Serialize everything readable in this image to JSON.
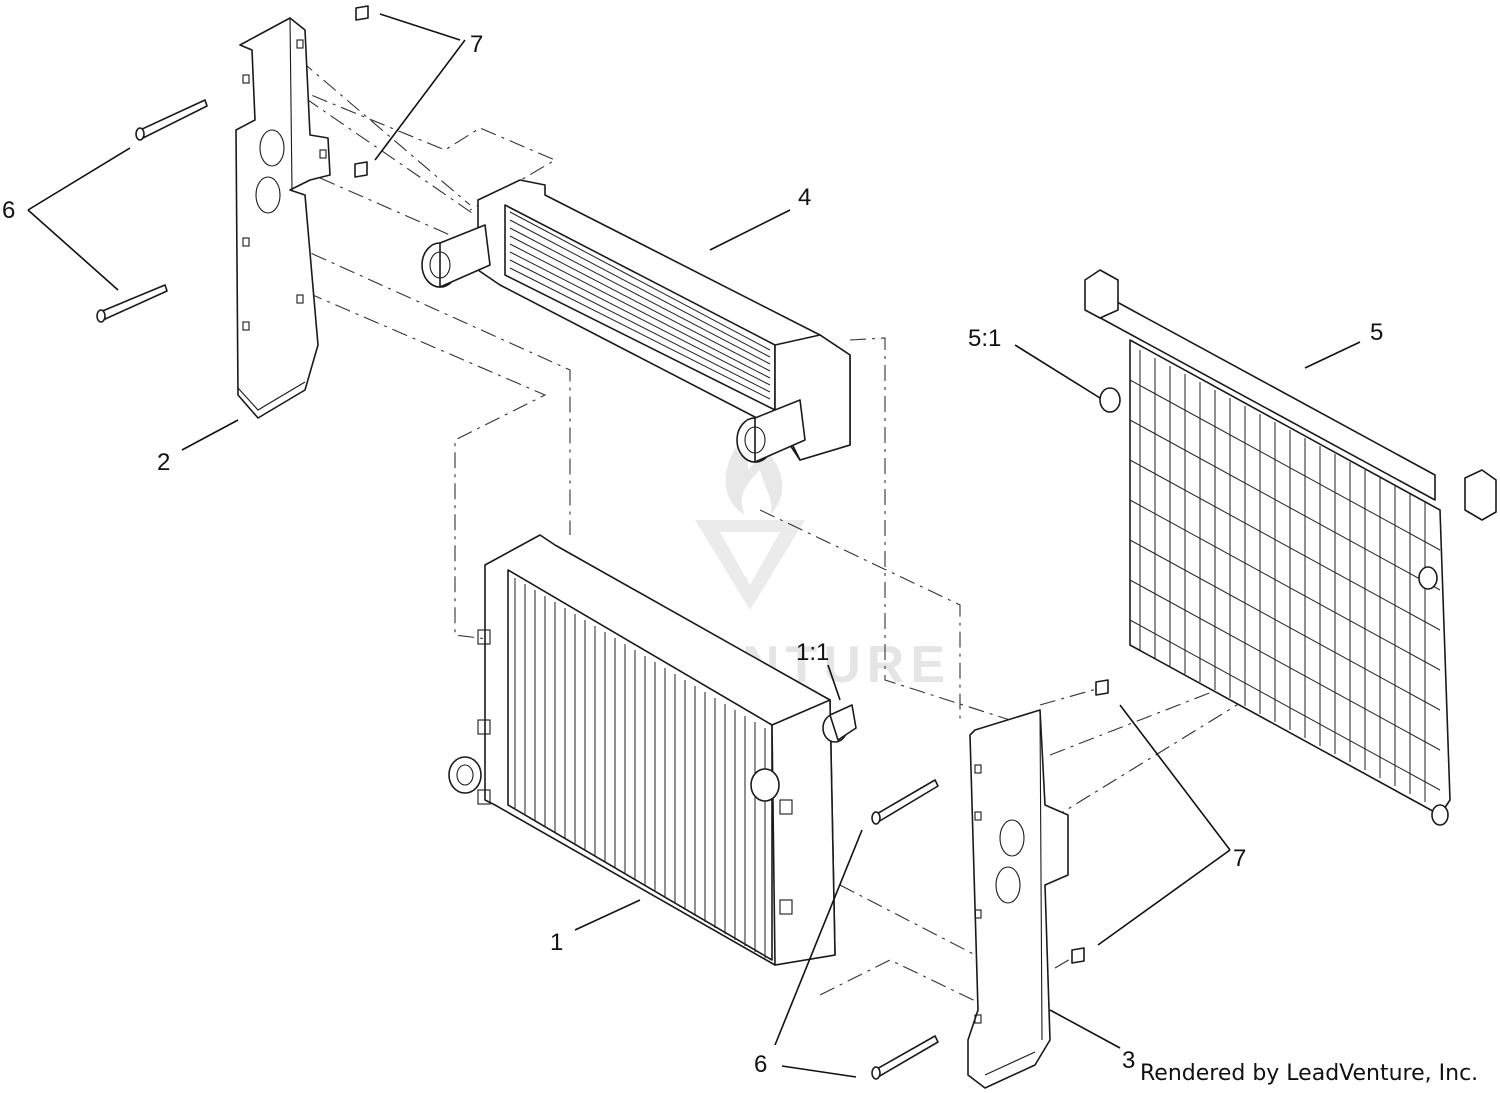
{
  "diagram": {
    "callouts": {
      "p1": "1",
      "p1_1": "1:1",
      "p2": "2",
      "p3": "3",
      "p4": "4",
      "p5": "5",
      "p5_1": "5:1",
      "p6_left": "6",
      "p6_bottom": "6",
      "p7_top": "7",
      "p7_right": "7"
    },
    "credit": "Rendered by LeadVenture, Inc.",
    "watermark": "LEADVENTURE"
  }
}
